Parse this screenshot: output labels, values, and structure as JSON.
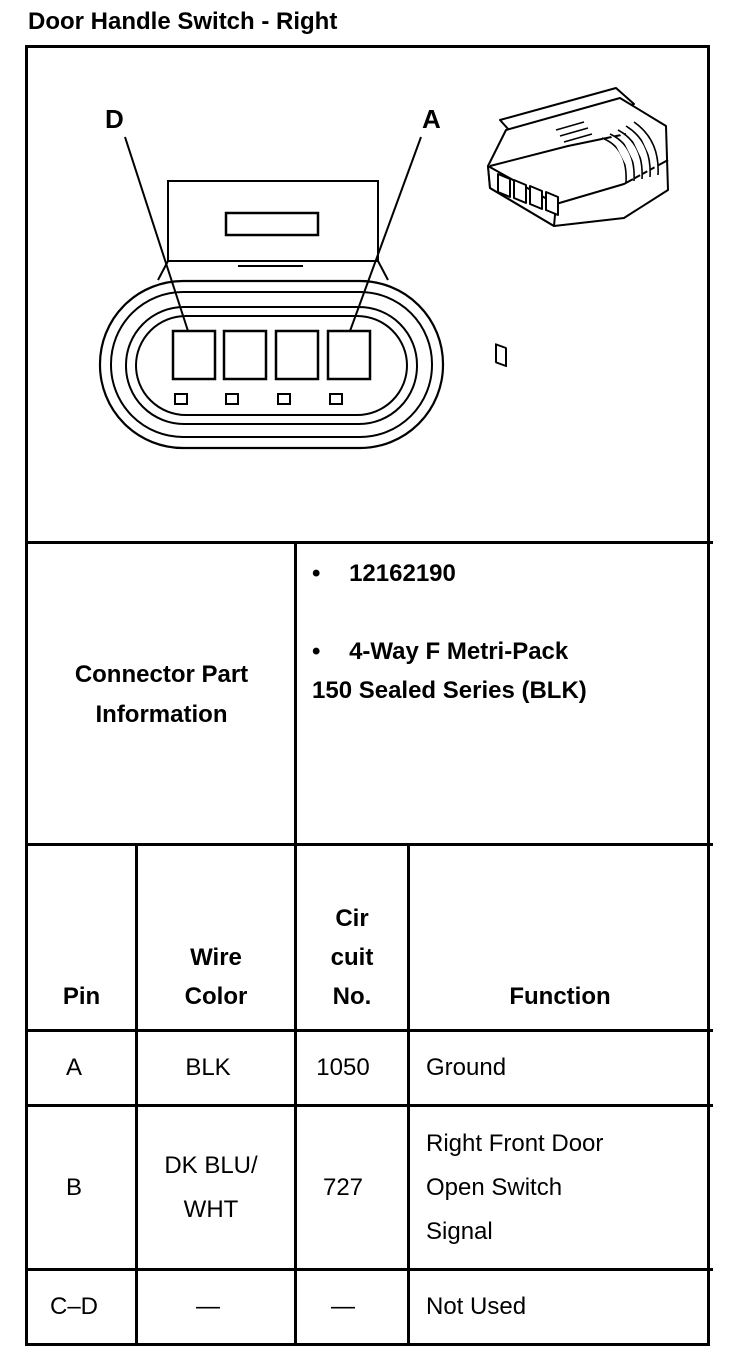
{
  "title": "Door Handle Switch - Right",
  "diagram": {
    "label_d": "D",
    "label_a": "A"
  },
  "connector_info": {
    "label_line1": "Connector Part",
    "label_line2": "Information",
    "bullet": "•",
    "part_number": "12162190",
    "description_line1": "4-Way F Metri-Pack",
    "description_line2": "150 Sealed Series (BLK)"
  },
  "table": {
    "headers": {
      "pin": "Pin",
      "wire_color_line1": "Wire",
      "wire_color_line2": "Color",
      "circuit_line1": "Cir",
      "circuit_line2": "cuit",
      "circuit_line3": "No.",
      "function": "Function"
    },
    "rows": [
      {
        "pin": "A",
        "wire_color_line1": "BLK",
        "wire_color_line2": "",
        "circuit": "1050",
        "function_line1": "Ground",
        "function_line2": "",
        "function_line3": ""
      },
      {
        "pin": "B",
        "wire_color_line1": "DK BLU/",
        "wire_color_line2": "WHT",
        "circuit": "727",
        "function_line1": "Right Front Door",
        "function_line2": "Open Switch",
        "function_line3": "Signal"
      },
      {
        "pin": "C–D",
        "wire_color_line1": "—",
        "wire_color_line2": "",
        "circuit": "—",
        "function_line1": "Not Used",
        "function_line2": "",
        "function_line3": ""
      }
    ]
  }
}
